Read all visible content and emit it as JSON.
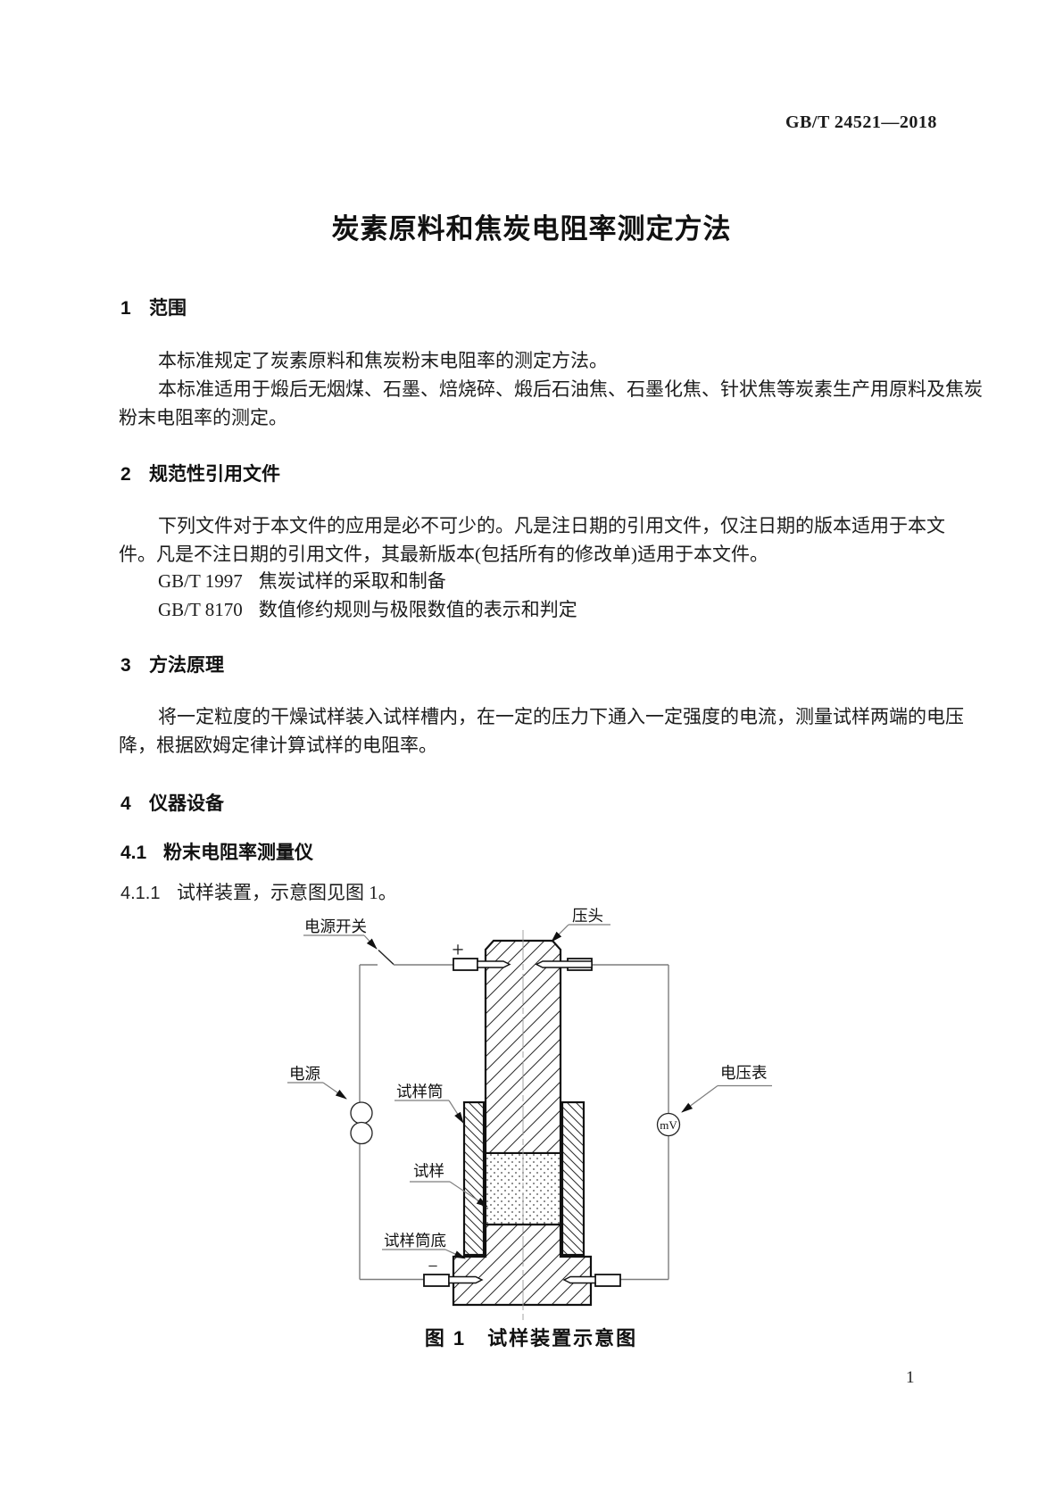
{
  "page": {
    "header": "GB/T 24521—2018",
    "page_number": "1"
  },
  "title": "炭素原料和焦炭电阻率测定方法",
  "sections": {
    "s1": {
      "num": "1",
      "title": "范围",
      "p1": "本标准规定了炭素原料和焦炭粉末电阻率的测定方法。",
      "p2l1": "本标准适用于煅后无烟煤、石墨、焙烧碎、煅后石油焦、石墨化焦、针状焦等炭素生产用原料及焦炭",
      "p2l2": "粉末电阻率的测定。"
    },
    "s2": {
      "num": "2",
      "title": "规范性引用文件",
      "p1l1": "下列文件对于本文件的应用是必不可少的。凡是注日期的引用文件，仅注日期的版本适用于本文",
      "p1l2": "件。凡是不注日期的引用文件，其最新版本(包括所有的修改单)适用于本文件。",
      "ref1_code": "GB/T 1997",
      "ref1_title": "焦炭试样的采取和制备",
      "ref2_code": "GB/T 8170",
      "ref2_title": "数值修约规则与极限数值的表示和判定"
    },
    "s3": {
      "num": "3",
      "title": "方法原理",
      "p1l1": "将一定粒度的干燥试样装入试样槽内，在一定的压力下通入一定强度的电流，测量试样两端的电压",
      "p1l2": "降，根据欧姆定律计算试样的电阻率。"
    },
    "s4": {
      "num": "4",
      "title": "仪器设备"
    },
    "s41": {
      "num": "4.1",
      "title": "粉末电阻率测量仪"
    },
    "s411": {
      "num": "4.1.1",
      "text": "试样装置，示意图见图 1。"
    }
  },
  "figure": {
    "caption": "图 1　试样装置示意图",
    "labels": {
      "power_switch": "电源开关",
      "ram": "压头",
      "power": "电源",
      "voltmeter": "电压表",
      "cylinder": "试样筒",
      "sample": "试样",
      "cylinder_bottom": "试样筒底",
      "meter_unit": "mV",
      "plus": "+",
      "minus": "−"
    }
  },
  "colors": {
    "ink": "#1c1c1c",
    "outline": "#111111",
    "wire_gray": "#7d7d7d",
    "centerline_gray": "#9a9a9a",
    "background": "#ffffff"
  }
}
